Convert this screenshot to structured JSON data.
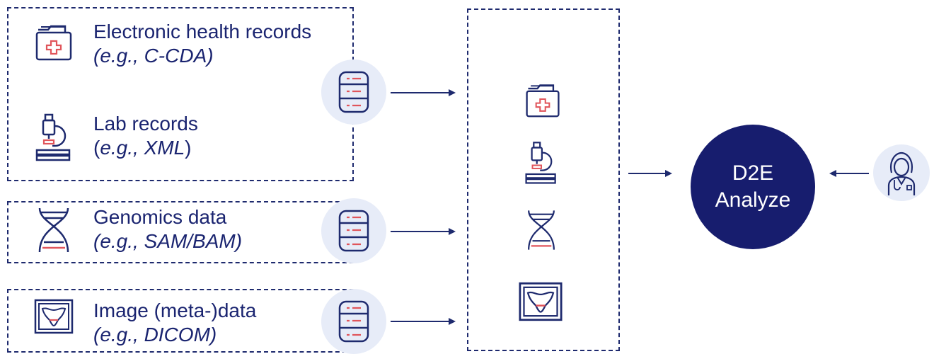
{
  "sources": [
    {
      "title": "Electronic health records",
      "example": "(e.g., C-CDA)",
      "icon": "folder-medical-icon"
    },
    {
      "title": "Lab records",
      "example_prefix": "(",
      "example_italic": "e.g., XML",
      "example_suffix": ")",
      "icon": "microscope-icon"
    },
    {
      "title": "Genomics data",
      "example": "(e.g., SAM/BAM)",
      "icon": "dna-icon"
    },
    {
      "title": "Image (meta-)data",
      "example": "(e.g., DICOM)",
      "icon": "xray-pelvis-icon"
    }
  ],
  "analyze": {
    "line1": "D2E",
    "line2": "Analyze"
  },
  "icons": {
    "database": "database-icon",
    "doctor": "doctor-icon"
  },
  "colors": {
    "navy": "#171d6e",
    "accent_red": "#e0555b",
    "soft_bg": "#e7ecf8"
  }
}
